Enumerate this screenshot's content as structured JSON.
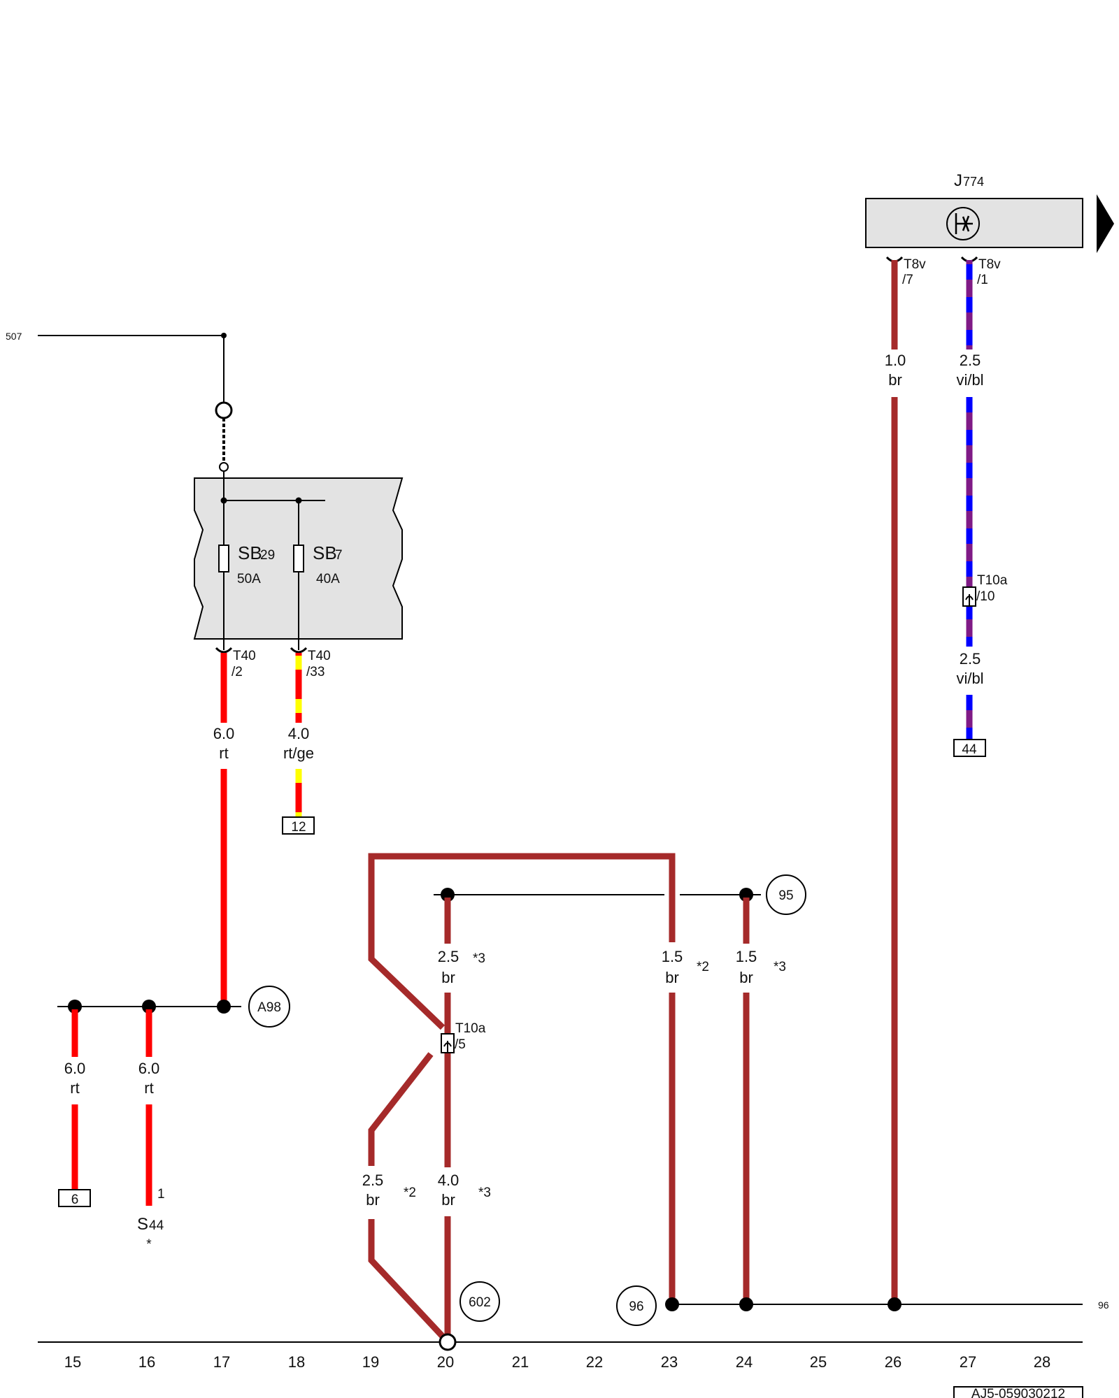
{
  "diagram": {
    "line_ref_left": "507",
    "line_ref_right": "96",
    "doc_code": "AJ5-059030212",
    "columns": [
      "15",
      "16",
      "17",
      "18",
      "19",
      "20",
      "21",
      "22",
      "23",
      "24",
      "25",
      "26",
      "27",
      "28"
    ],
    "component_j774": {
      "letter": "J",
      "sub": "774"
    },
    "fuses": [
      {
        "letter": "SB",
        "sub": "29",
        "rating": "50A"
      },
      {
        "letter": "SB",
        "sub": "7",
        "rating": "40A"
      }
    ],
    "connectors": {
      "t8v_7": {
        "name": "T8v",
        "pin": "/7"
      },
      "t8v_1": {
        "name": "T8v",
        "pin": "/1"
      },
      "t40_2": {
        "name": "T40",
        "pin": "/2"
      },
      "t40_33": {
        "name": "T40",
        "pin": "/33"
      },
      "t10a_10": {
        "name": "T10a",
        "pin": "/10"
      },
      "t10a_5": {
        "name": "T10a",
        "pin": "/5"
      }
    },
    "wires": {
      "w26": {
        "size": "1.0",
        "color": "br"
      },
      "w27a": {
        "size": "2.5",
        "color": "vi/bl"
      },
      "w27b": {
        "size": "2.5",
        "color": "vi/bl"
      },
      "w17": {
        "size": "6.0",
        "color": "rt"
      },
      "w18": {
        "size": "4.0",
        "color": "rt/ge"
      },
      "w15": {
        "size": "6.0",
        "color": "rt"
      },
      "w16": {
        "size": "6.0",
        "color": "rt"
      },
      "w20a": {
        "size": "2.5",
        "color": "br",
        "note": "*3"
      },
      "w23": {
        "size": "1.5",
        "color": "br",
        "note": "*2"
      },
      "w24": {
        "size": "1.5",
        "color": "br",
        "note": "*3"
      },
      "w19": {
        "size": "2.5",
        "color": "br",
        "note": "*2"
      },
      "w20b": {
        "size": "4.0",
        "color": "br",
        "note": "*3"
      }
    },
    "refs": {
      "r44": "44",
      "r12": "12",
      "r6": "6"
    },
    "nodes": {
      "a98": "A98",
      "n95": "95",
      "n96": "96",
      "n602": "602"
    },
    "s44": {
      "letter": "S",
      "sub": "44",
      "pin": "1",
      "note": "*"
    },
    "colors": {
      "br": "#a52a2a",
      "rt": "#ff0000",
      "ge": "#ffff00",
      "vi": "#7f1a86",
      "bl": "#0000ff",
      "box_fill": "#e3e3e3",
      "line": "#000000"
    }
  }
}
